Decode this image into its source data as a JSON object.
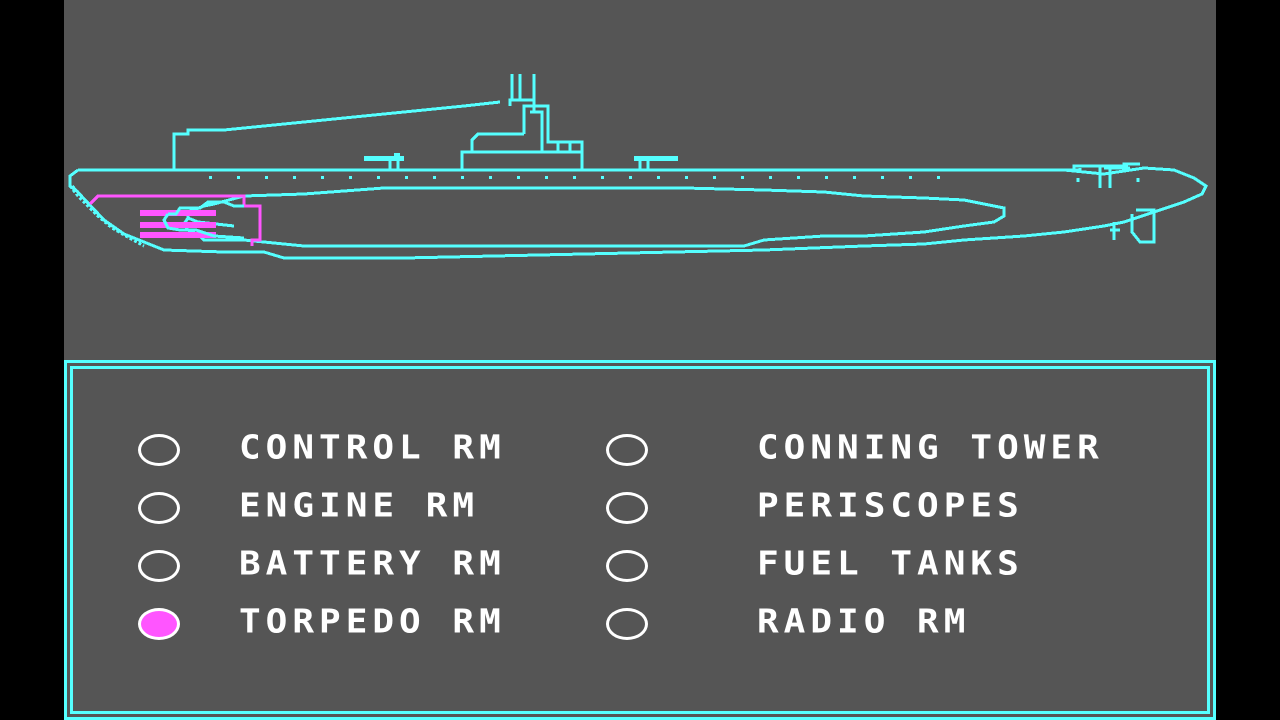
{
  "colors": {
    "background": "#555555",
    "outline": "#55ffff",
    "highlight": "#ff55ff",
    "text": "#ffffff",
    "letterbox": "#000000"
  },
  "submarine": {
    "icon": "submarine-cutaway-diagram",
    "highlighted_compartment": "TORPEDO RM"
  },
  "compartments": {
    "left": [
      {
        "label": "CONTROL RM",
        "selected": false
      },
      {
        "label": "ENGINE RM",
        "selected": false
      },
      {
        "label": "BATTERY RM",
        "selected": false
      },
      {
        "label": "TORPEDO RM",
        "selected": true
      }
    ],
    "right": [
      {
        "label": "CONNING TOWER",
        "selected": false
      },
      {
        "label": "PERISCOPES",
        "selected": false
      },
      {
        "label": "FUEL TANKS",
        "selected": false
      },
      {
        "label": "RADIO RM",
        "selected": false
      }
    ]
  }
}
